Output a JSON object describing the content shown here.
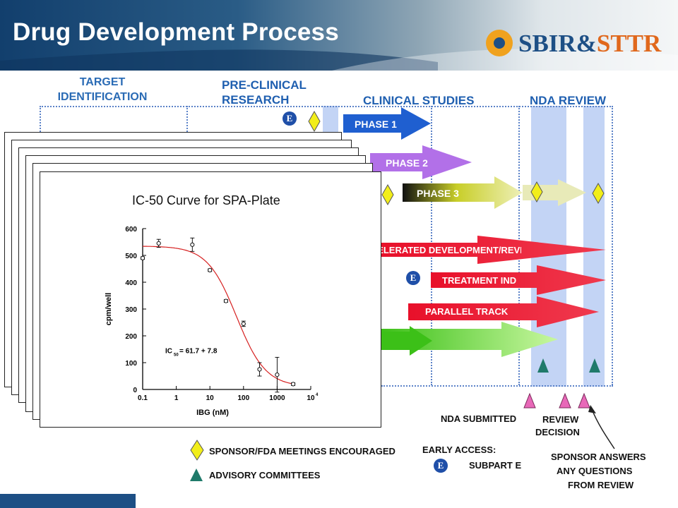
{
  "header": {
    "title": "Drug Development Process",
    "logo": {
      "part1": "SBIR",
      "amp": "&",
      "part2": "STTR"
    },
    "colors": {
      "navy": "#123f6d",
      "logo_orange": "#e0681c"
    }
  },
  "diagram": {
    "headers": {
      "target": [
        "TARGET",
        "IDENTIFICATION"
      ],
      "preclinical": [
        "PRE-CLINICAL",
        "RESEARCH"
      ],
      "clinical": "CLINICAL STUDIES",
      "nda": "NDA REVIEW"
    },
    "phases": [
      "PHASE 1",
      "PHASE 2",
      "PHASE 3"
    ],
    "pathways": [
      "ACCELERATED DEVELOPMENT/REVIEW",
      "TREATMENT IND",
      "PARALLEL TRACK"
    ],
    "e_marker": "E",
    "bottom_labels": {
      "nda_submitted": "NDA SUBMITTED",
      "review_decision": [
        "REVIEW",
        "DECISION"
      ],
      "sponsor_answers": [
        "SPONSOR ANSWERS",
        "ANY QUESTIONS",
        "FROM REVIEW"
      ]
    },
    "legend": {
      "meetings": "SPONSOR/FDA MEETINGS ENCOURAGED",
      "committees": "ADVISORY COMMITTEES",
      "early_access": "EARLY ACCESS:",
      "subpart": "SUBPART E"
    },
    "colors": {
      "phase1": "#1f5fd0",
      "phase2": "#b270e8",
      "phase3": "#d8dd30",
      "red": "#e8102a",
      "green": "#8ee840",
      "diamond": "#f2ee1a",
      "triangle_teal": "#1f7a6a",
      "triangle_pink": "#e868b8",
      "band": "#c3d4f5"
    }
  },
  "chart_data": {
    "type": "scatter",
    "title": "IC-50 Curve for SPA-Plate",
    "xlabel": "IBG (nM)",
    "ylabel": "cpm/well",
    "x_scale": "log",
    "xlim": [
      0.1,
      10000
    ],
    "ylim": [
      0,
      600
    ],
    "x_ticks": [
      "0.1",
      "1",
      "10",
      "100",
      "1000",
      "10"
    ],
    "x_tick_last_exponent": "4",
    "y_ticks": [
      "0",
      "100",
      "200",
      "300",
      "400",
      "500",
      "600"
    ],
    "annotation": {
      "prefix": "IC",
      "subscript": "50",
      "text": " = 61.7 + 7.8"
    },
    "points": [
      {
        "x": 0.1,
        "y": 490,
        "err": 5
      },
      {
        "x": 0.3,
        "y": 545,
        "err": 15
      },
      {
        "x": 3,
        "y": 540,
        "err": 25
      },
      {
        "x": 10,
        "y": 445,
        "err": 5
      },
      {
        "x": 30,
        "y": 330,
        "err": 5
      },
      {
        "x": 100,
        "y": 245,
        "err": 10
      },
      {
        "x": 300,
        "y": 75,
        "err": 25
      },
      {
        "x": 1000,
        "y": 55,
        "err": 65
      },
      {
        "x": 3000,
        "y": 20,
        "err": 5
      }
    ],
    "fit": {
      "top": 535,
      "bottom": 10,
      "ic50": 61.7,
      "hill": 1.0
    },
    "colors": {
      "curve": "#d62020",
      "points": "#111111"
    }
  }
}
